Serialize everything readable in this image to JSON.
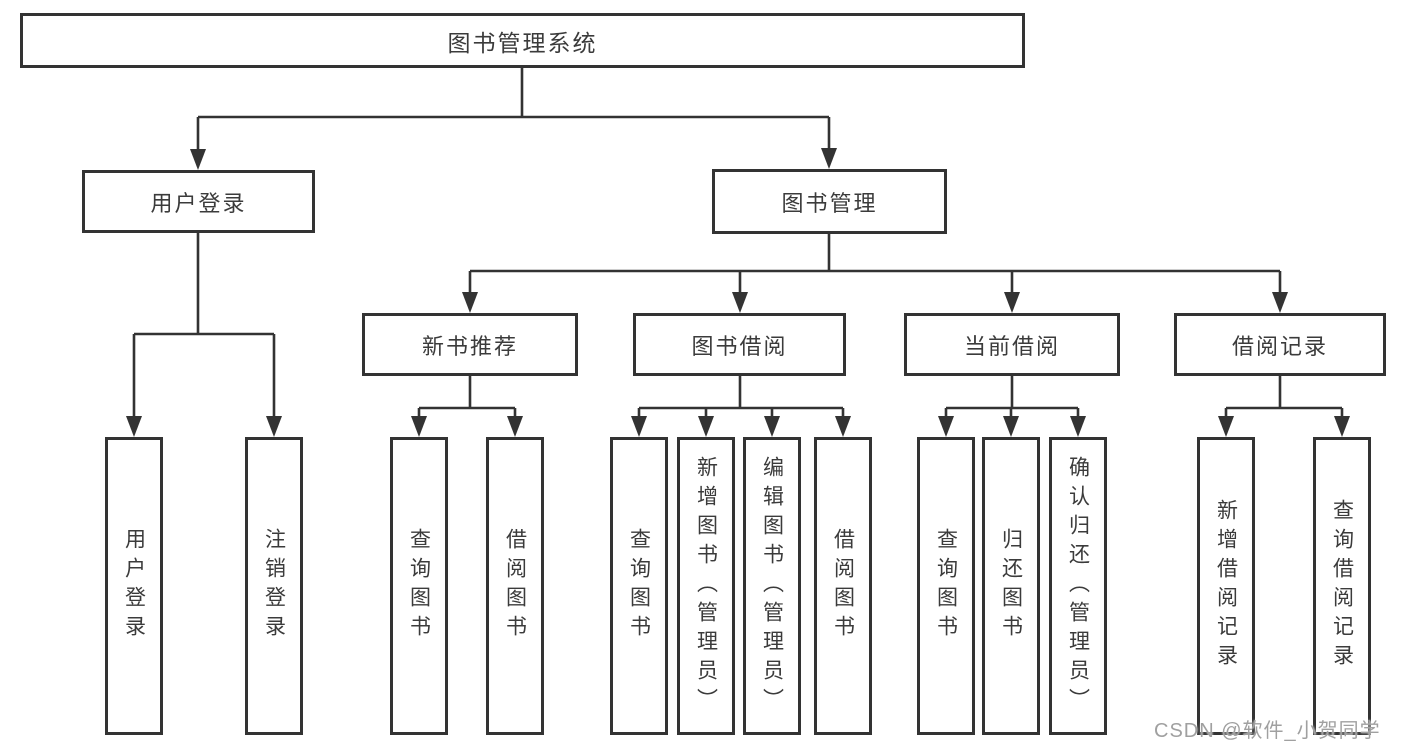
{
  "diagram": {
    "root": {
      "label": "图书管理系统"
    },
    "level2": [
      {
        "id": "user-login",
        "label": "用户登录"
      },
      {
        "id": "book-management",
        "label": "图书管理"
      }
    ],
    "level3": [
      {
        "id": "new-book-recommend",
        "label": "新书推荐",
        "parent": "图书管理"
      },
      {
        "id": "book-borrowing",
        "label": "图书借阅",
        "parent": "图书管理"
      },
      {
        "id": "current-borrowing",
        "label": "当前借阅",
        "parent": "图书管理"
      },
      {
        "id": "borrowing-records",
        "label": "借阅记录",
        "parent": "图书管理"
      }
    ],
    "leaves": [
      {
        "label": "用户登录",
        "parent": "用户登录"
      },
      {
        "label": "注销登录",
        "parent": "用户登录"
      },
      {
        "label": "查询图书",
        "parent": "新书推荐"
      },
      {
        "label": "借阅图书",
        "parent": "新书推荐"
      },
      {
        "label": "查询图书",
        "parent": "图书借阅"
      },
      {
        "label": "新增图书（管理员）",
        "parent": "图书借阅"
      },
      {
        "label": "编辑图书（管理员）",
        "parent": "图书借阅"
      },
      {
        "label": "借阅图书",
        "parent": "图书借阅"
      },
      {
        "label": "查询图书",
        "parent": "当前借阅"
      },
      {
        "label": "归还图书",
        "parent": "当前借阅"
      },
      {
        "label": "确认归还（管理员）",
        "parent": "当前借阅"
      },
      {
        "label": "新增借阅记录",
        "parent": "借阅记录"
      },
      {
        "label": "查询借阅记录",
        "parent": "借阅记录"
      }
    ]
  },
  "watermark": "CSDN @软件_小贺同学",
  "colors": {
    "line": "#333333",
    "box_border": "#333333",
    "box_background": "#ffffff",
    "text": "#3b3b3b",
    "watermark": "#a0a0a0",
    "page_background": "#ffffff"
  }
}
